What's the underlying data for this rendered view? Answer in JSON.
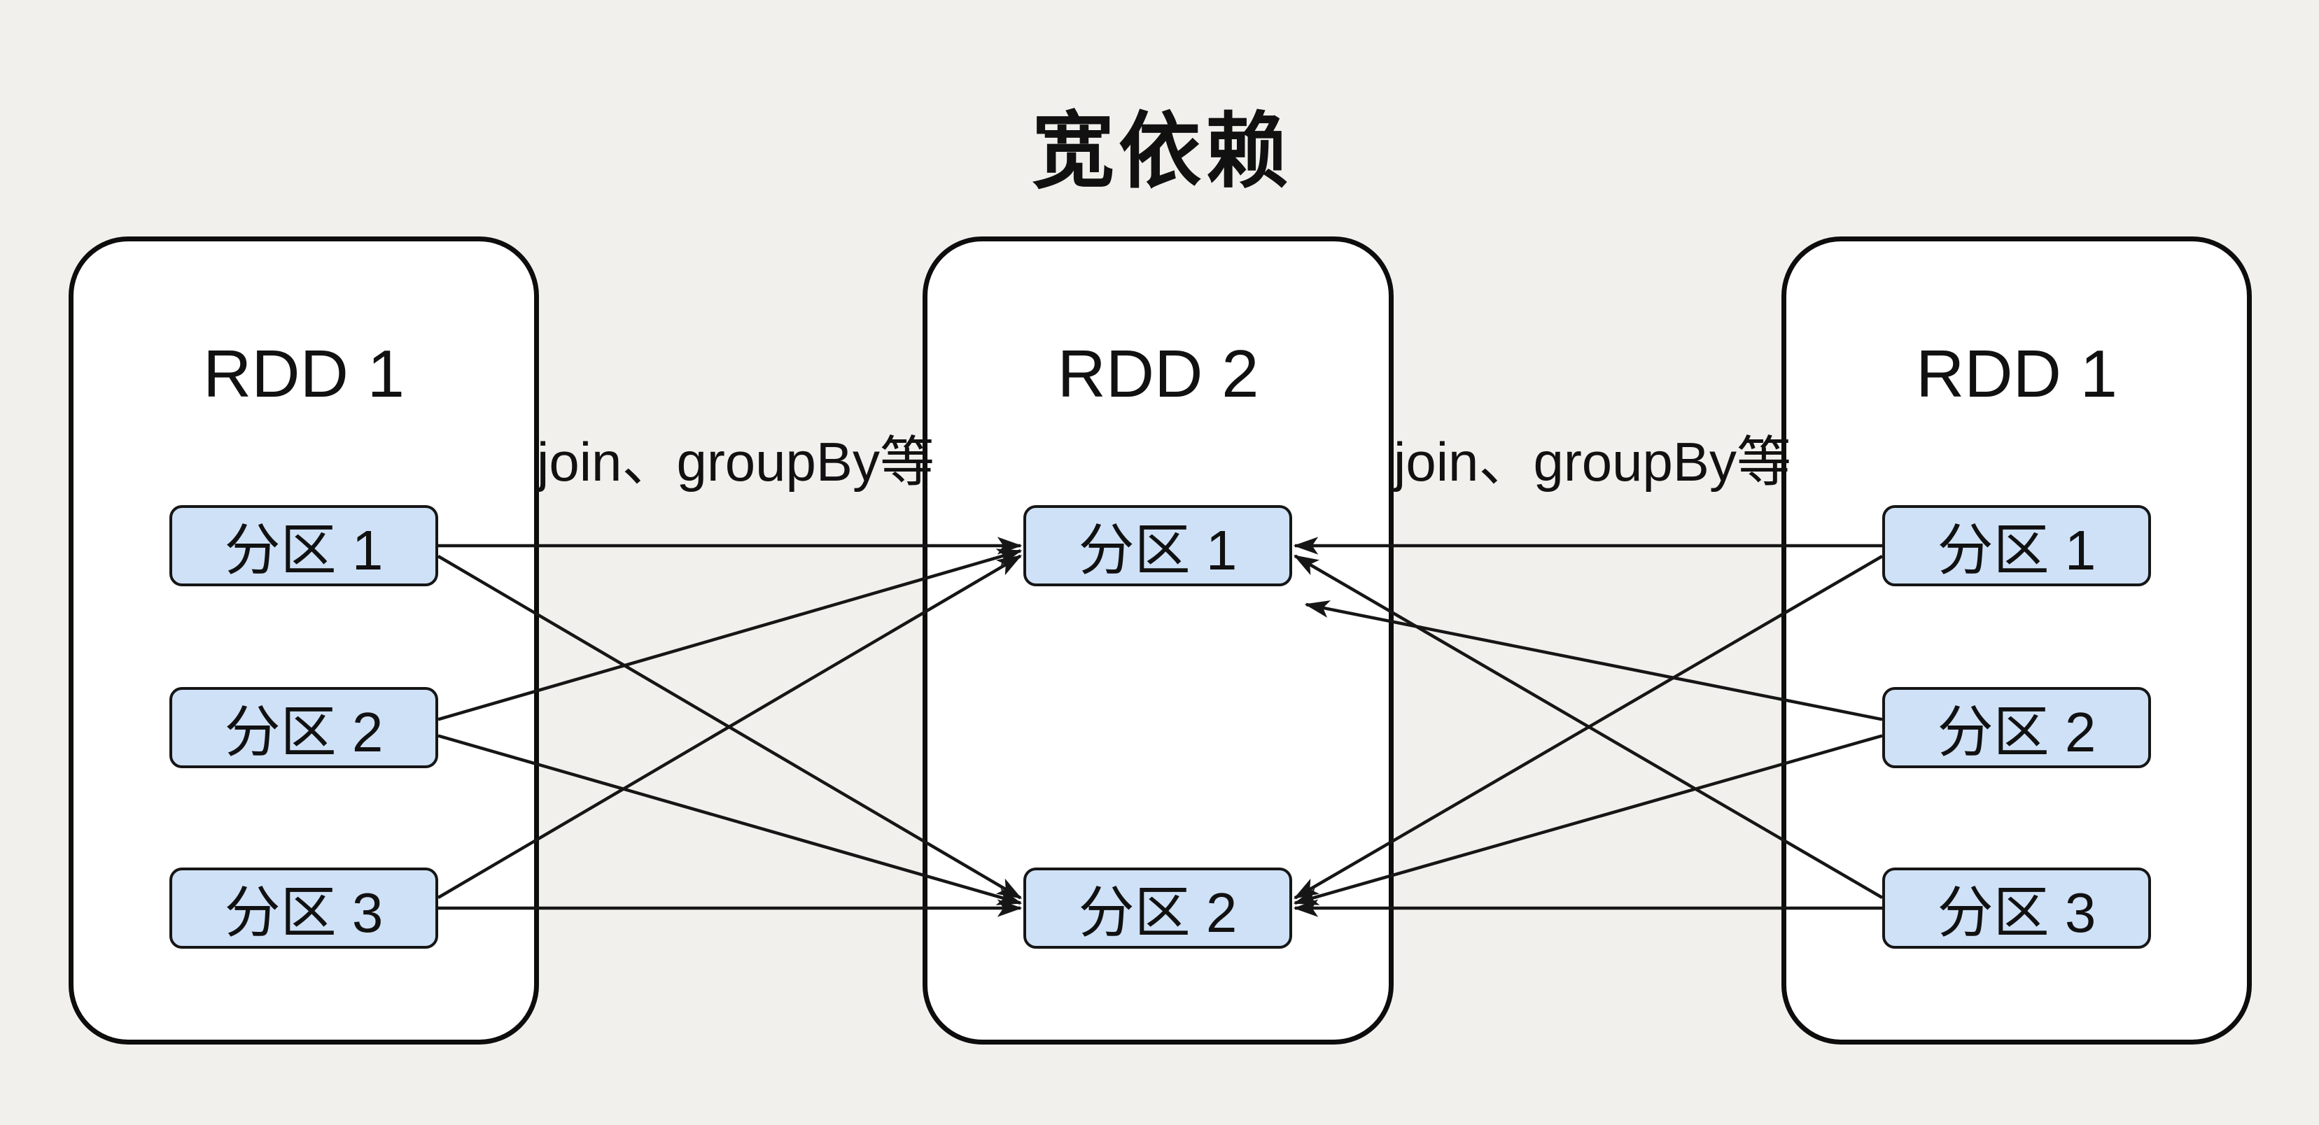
{
  "diagram": {
    "title": "宽依赖",
    "colors": {
      "background": "#f2f0ec",
      "container_fill": "#ffffff",
      "container_border": "#0d0d0d",
      "partition_fill": "#cfe1f7",
      "partition_border": "#161616",
      "arrow": "#161616",
      "text": "#111111"
    },
    "containers": [
      {
        "id": "left",
        "title": "RDD 1",
        "partitions": [
          {
            "id": "left-p1",
            "label": "分区 1"
          },
          {
            "id": "left-p2",
            "label": "分区 2"
          },
          {
            "id": "left-p3",
            "label": "分区 3"
          }
        ]
      },
      {
        "id": "middle",
        "title": "RDD 2",
        "partitions": [
          {
            "id": "mid-p1",
            "label": "分区 1"
          },
          {
            "id": "mid-p2",
            "label": "分区 2"
          }
        ]
      },
      {
        "id": "right",
        "title": "RDD 1",
        "partitions": [
          {
            "id": "right-p1",
            "label": "分区 1"
          },
          {
            "id": "right-p2",
            "label": "分区 2"
          },
          {
            "id": "right-p3",
            "label": "分区 3"
          }
        ]
      }
    ],
    "edge_labels": [
      {
        "id": "label-left",
        "text": "join、groupBy等"
      },
      {
        "id": "label-right",
        "text": "join、groupBy等"
      }
    ],
    "edges": [
      {
        "from": "left-p1",
        "to": "mid-p1"
      },
      {
        "from": "left-p2",
        "to": "mid-p1"
      },
      {
        "from": "left-p3",
        "to": "mid-p1"
      },
      {
        "from": "left-p1",
        "to": "mid-p2"
      },
      {
        "from": "left-p2",
        "to": "mid-p2"
      },
      {
        "from": "left-p3",
        "to": "mid-p2"
      },
      {
        "from": "right-p1",
        "to": "mid-p1"
      },
      {
        "from": "right-p2",
        "to": "mid-p1",
        "detached": true
      },
      {
        "from": "right-p3",
        "to": "mid-p1"
      },
      {
        "from": "right-p1",
        "to": "mid-p2"
      },
      {
        "from": "right-p2",
        "to": "mid-p2"
      },
      {
        "from": "right-p3",
        "to": "mid-p2"
      }
    ]
  }
}
